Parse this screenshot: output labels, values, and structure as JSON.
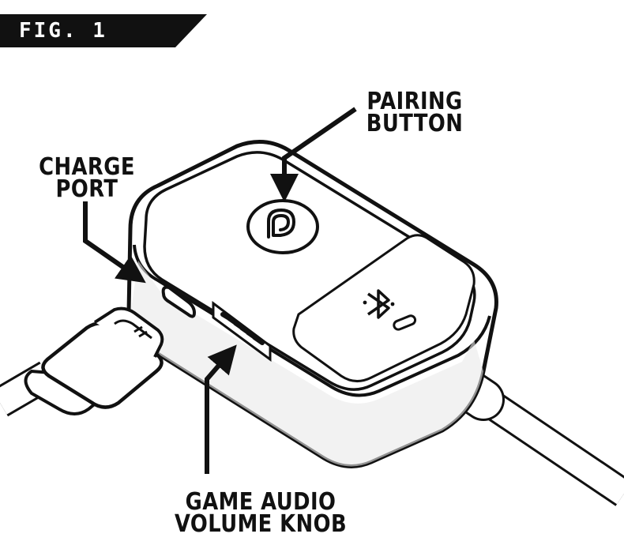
{
  "figure_label": "FIG. 1",
  "labels": {
    "pairing_button": [
      "PAIRING",
      "BUTTON"
    ],
    "charge_port": [
      "CHARGE",
      "PORT"
    ],
    "volume_knob": [
      "GAME AUDIO",
      "VOLUME KNOB"
    ]
  },
  "icons": {
    "logo": "brand-logo-icon",
    "bluetooth": "bluetooth-icon"
  },
  "colors": {
    "ink": "#111111",
    "background": "#ffffff",
    "badge": "#111111",
    "shadow": "#e9e9e9"
  }
}
